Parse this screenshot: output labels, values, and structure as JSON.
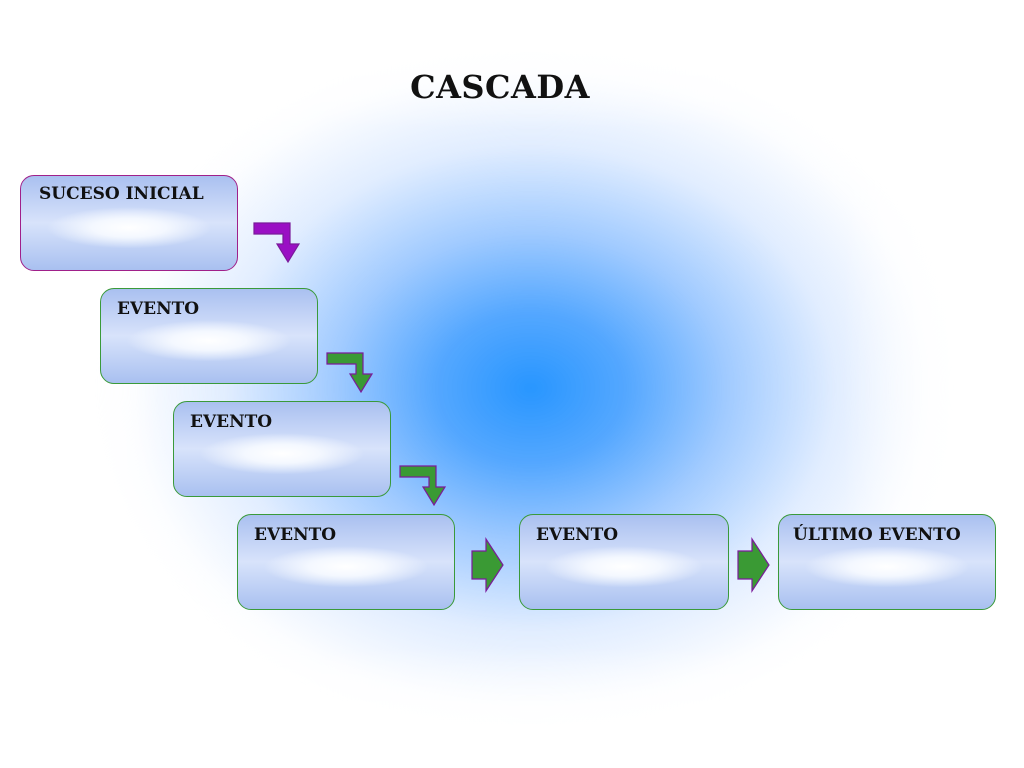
{
  "title": "CASCADA",
  "colors": {
    "start_arrow": "#9a0fc4",
    "flow_arrow": "#3a9a34",
    "arrow_outline": "#7a1a9a",
    "box_border": "#3a9a3a",
    "start_border": "#a0208a"
  },
  "boxes": [
    {
      "label": "SUCESO INICIAL"
    },
    {
      "label": "EVENTO"
    },
    {
      "label": "EVENTO"
    },
    {
      "label": "EVENTO"
    },
    {
      "label": "EVENTO"
    },
    {
      "label": "ÚLTIMO EVENTO"
    }
  ],
  "arrows": [
    {
      "from": 0,
      "to": 1,
      "kind": "bent-down",
      "color": "purple"
    },
    {
      "from": 1,
      "to": 2,
      "kind": "bent-down",
      "color": "green"
    },
    {
      "from": 2,
      "to": 3,
      "kind": "bent-down",
      "color": "green"
    },
    {
      "from": 3,
      "to": 4,
      "kind": "right",
      "color": "green"
    },
    {
      "from": 4,
      "to": 5,
      "kind": "right",
      "color": "green"
    }
  ]
}
